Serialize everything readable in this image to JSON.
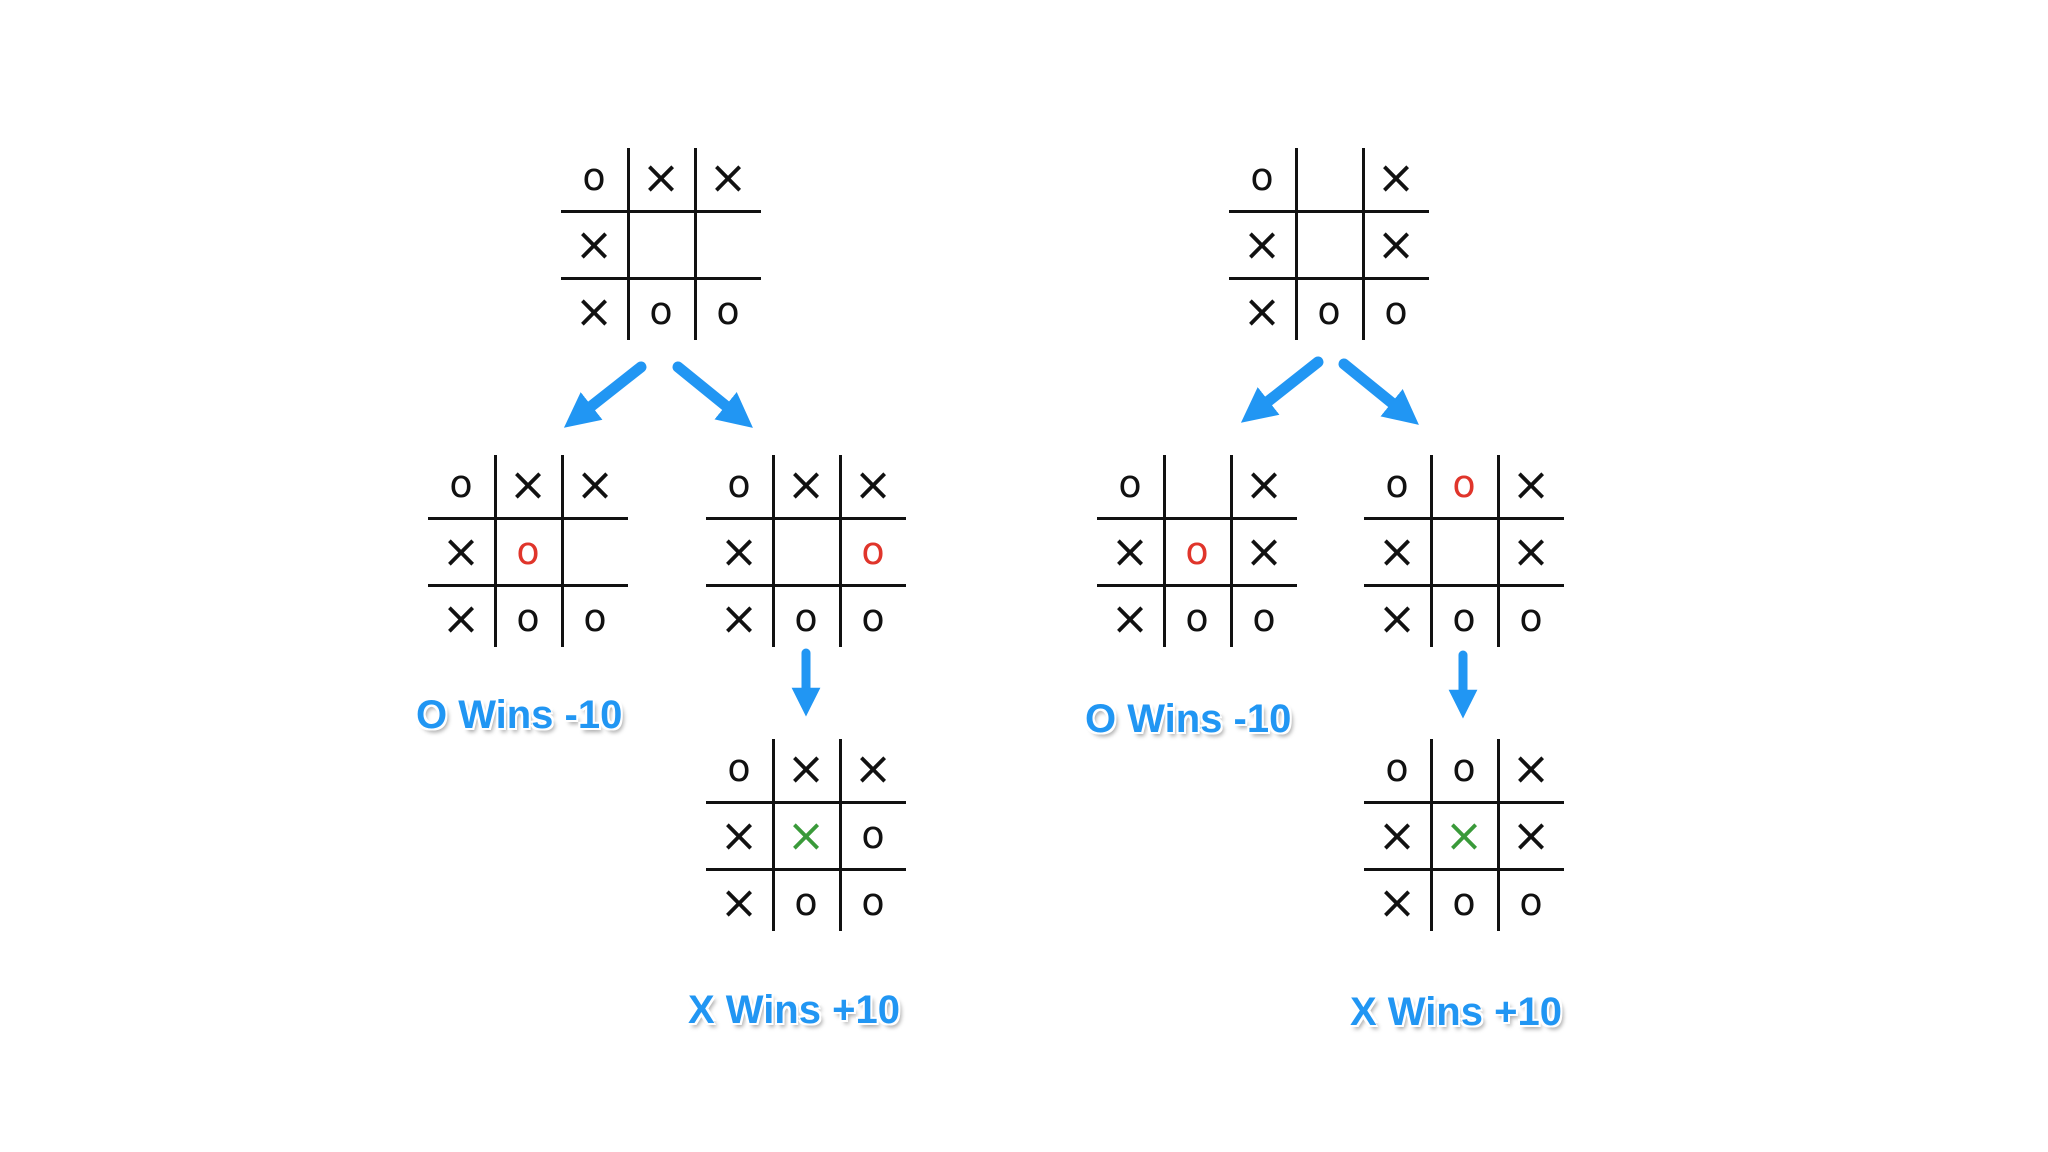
{
  "colors": {
    "arrow": "#2196f3",
    "label": "#2196f3",
    "new_o": "#e0352b",
    "new_x": "#3a9a3a",
    "mark": "#111111"
  },
  "trees": [
    {
      "root": {
        "cells": [
          "O",
          "X",
          "X",
          "X",
          "",
          "",
          "X",
          "O",
          "O"
        ],
        "highlights": []
      },
      "left": {
        "cells": [
          "O",
          "X",
          "X",
          "X",
          "O",
          "",
          "X",
          "O",
          "O"
        ],
        "highlights": [
          4
        ],
        "result": "O Wins -10"
      },
      "right": {
        "cells": [
          "O",
          "X",
          "X",
          "X",
          "",
          "O",
          "X",
          "O",
          "O"
        ],
        "highlights": [
          5
        ]
      },
      "right_child": {
        "cells": [
          "O",
          "X",
          "X",
          "X",
          "X",
          "O",
          "X",
          "O",
          "O"
        ],
        "highlights": [
          4
        ],
        "result": "X Wins +10"
      }
    },
    {
      "root": {
        "cells": [
          "O",
          "",
          "X",
          "X",
          "",
          "X",
          "X",
          "O",
          "O"
        ],
        "highlights": []
      },
      "left": {
        "cells": [
          "O",
          "",
          "X",
          "X",
          "O",
          "X",
          "X",
          "O",
          "O"
        ],
        "highlights": [
          4
        ],
        "result": "O Wins -10"
      },
      "right": {
        "cells": [
          "O",
          "O",
          "X",
          "X",
          "",
          "X",
          "X",
          "O",
          "O"
        ],
        "highlights": [
          1
        ]
      },
      "right_child": {
        "cells": [
          "O",
          "O",
          "X",
          "X",
          "X",
          "X",
          "X",
          "O",
          "O"
        ],
        "highlights": [
          4
        ],
        "result": "X Wins +10"
      }
    }
  ]
}
